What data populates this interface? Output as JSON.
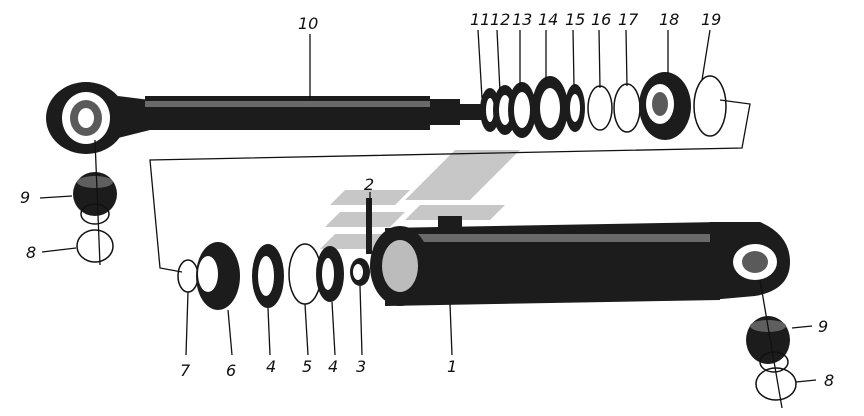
{
  "callouts": {
    "c1": "1",
    "c2": "2",
    "c3": "3",
    "c4a": "4",
    "c4b": "4",
    "c5": "5",
    "c6": "6",
    "c7": "7",
    "c8a": "8",
    "c8b": "8",
    "c9a": "9",
    "c9b": "9",
    "c10": "10",
    "c11": "11",
    "c12": "12",
    "c13": "13",
    "c14": "14",
    "c15": "15",
    "c16": "16",
    "c17": "17",
    "c18": "18",
    "c19": "19"
  },
  "colors": {
    "ink": "#1c1c1c",
    "watermark": "#9a9a9a"
  }
}
